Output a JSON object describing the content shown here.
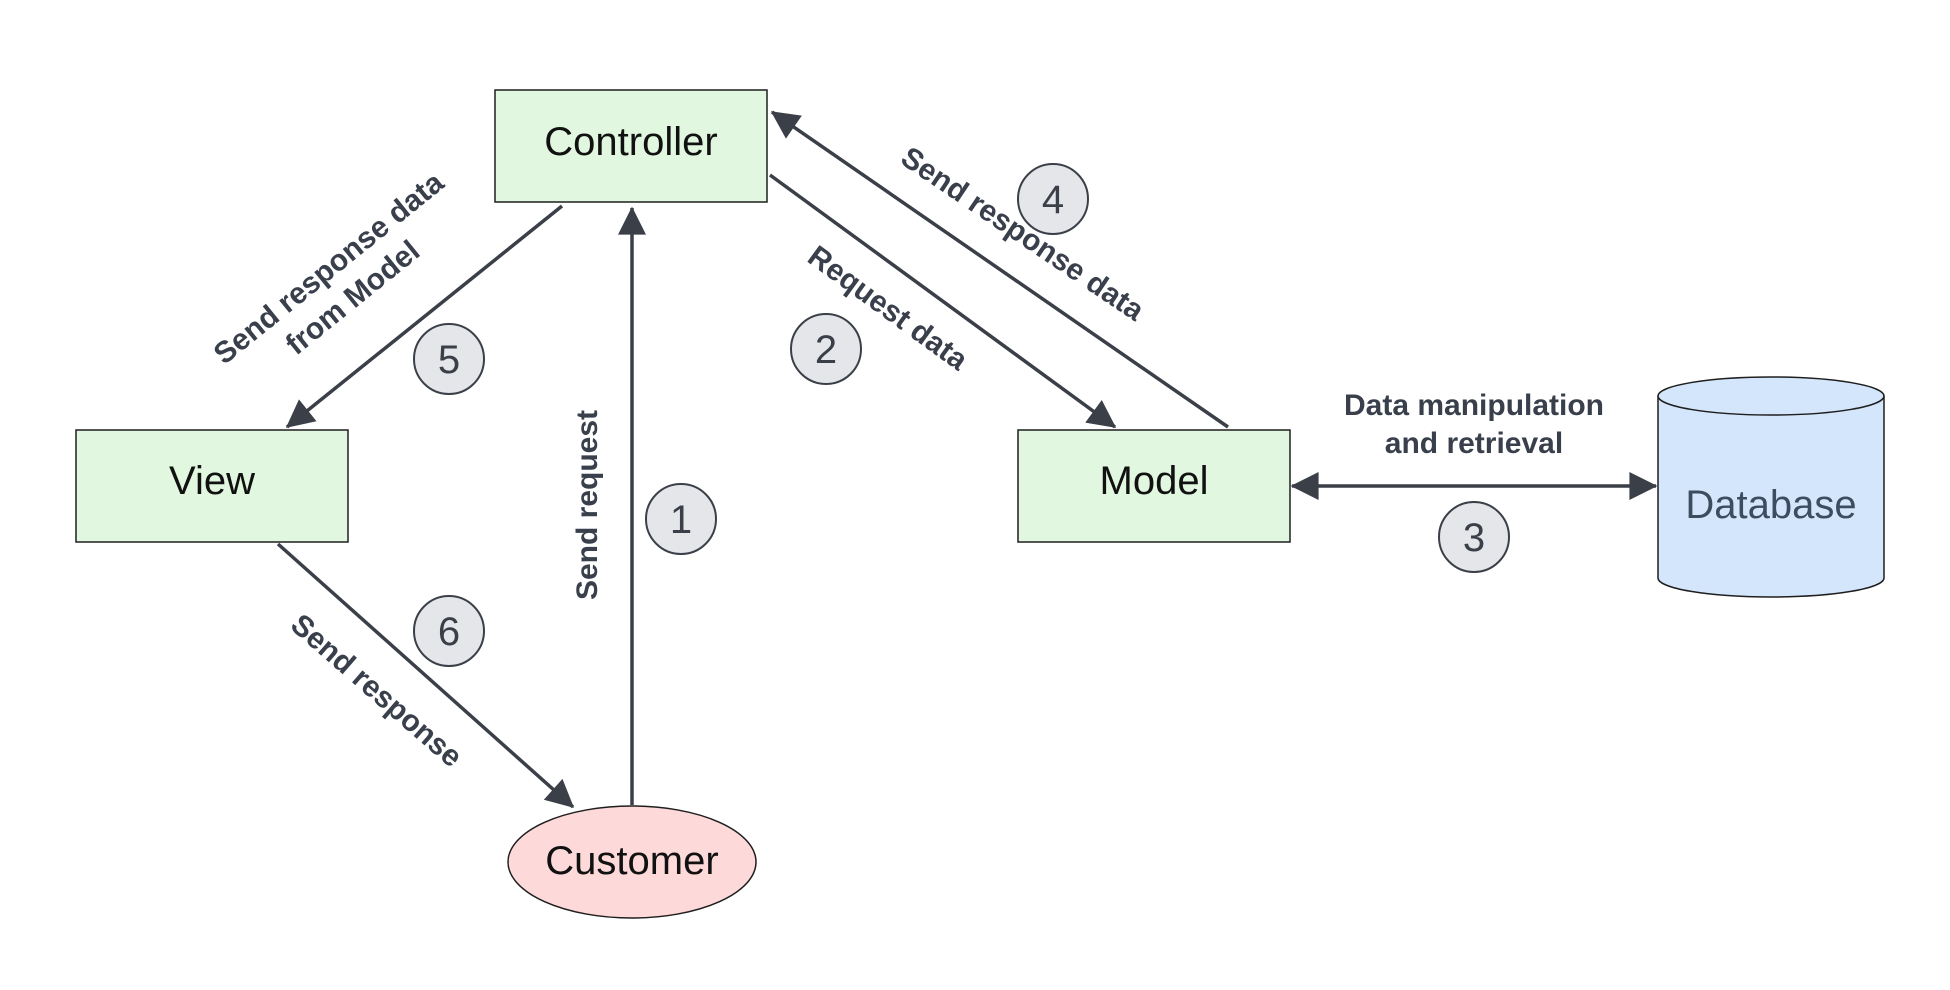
{
  "nodes": {
    "controller": "Controller",
    "view": "View",
    "model": "Model",
    "customer": "Customer",
    "database": "Database"
  },
  "edges": {
    "send_request": "Send request",
    "request_data": "Request data",
    "send_response_data": "Send response data",
    "from_model_line1": "Send response data",
    "from_model_line2": "from Model",
    "send_response": "Send response",
    "db_line1": "Data manipulation",
    "db_line2": "and retrieval"
  },
  "steps": [
    "1",
    "2",
    "3",
    "4",
    "5",
    "6"
  ],
  "colors": {
    "mvc_box_fill": "#e1f7df",
    "customer_fill": "#fdd9d9",
    "database_fill": "#d3e6fb",
    "badge_fill": "#e4e6ea",
    "line": "#3a3f48"
  }
}
